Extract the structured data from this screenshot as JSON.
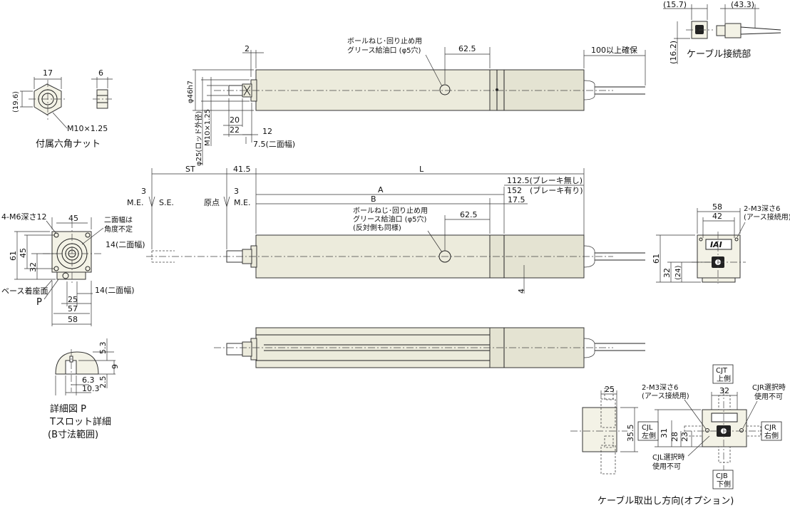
{
  "labels": {
    "nut_w": "17",
    "nut_t": "6",
    "nut_h": "(19.6)",
    "nut_thread": "M10×1.25",
    "nut_caption": "付属六角ナット",
    "top_2": "2",
    "top_grease": "ボールねじ･回り止め用",
    "top_grease2": "グリース給油口 (φ5穴)",
    "top_625": "62.5",
    "top_cable": "100以上確保",
    "top_d46": "φ46h7",
    "top_thread": "M10×1.25",
    "top_rod": "φ25(ロッド外径)",
    "top_20": "20",
    "top_22": "22",
    "top_12": "12",
    "top_75": "7.5(二面幅)",
    "cab_157": "(15.7)",
    "cab_433": "(43.3)",
    "cab_162": "(16.2)",
    "cab_caption": "ケーブル接続部",
    "st": "ST",
    "d415": "41.5",
    "L": "L",
    "d1125": "112.5(ブレーキ無し)",
    "d152": "152　(ブレーキ有り)",
    "A": "A",
    "B": "B",
    "d175": "17.5",
    "me3": "3",
    "me": "M.E.",
    "se": "S.E.",
    "genten": "原点",
    "me3b": "3",
    "me2": "M.E.",
    "mid_grease": "ボールねじ･回り止め用",
    "mid_grease2": "グリース給油口 (φ5穴)",
    "mid_grease3": "(反対側も同様)",
    "mid_625": "62.5",
    "d4": "4",
    "f_tap": "4-M6深さ12",
    "f_45": "45",
    "f_nimen": "二面幅は",
    "f_kakudo": "角度不定",
    "f_14a": "14(二面幅)",
    "f_61": "61",
    "f_45v": "45",
    "f_32": "32",
    "f_base": "ベース着座面",
    "f_P": "P",
    "f_14b": "14(二面幅)",
    "f_25": "25",
    "f_57": "57",
    "f_58": "58",
    "t_53": "5.3",
    "t_9": "9",
    "t_25": "2.5",
    "t_63": "6.3",
    "t_103": "10.3",
    "t_cap1": "詳細図 P",
    "t_cap2": "Tスロット詳細",
    "t_cap3": "(B寸法範囲)",
    "r_58": "58",
    "r_42": "42",
    "r_m3": "2-M3深さ6",
    "r_earth": "(アース接続用)",
    "r_61": "61",
    "r_32": "32",
    "r_24": "(24)",
    "r_logo": "IAI",
    "o_25": "25",
    "o_m3": "2-M3深さ6",
    "o_earth": "(アース接続用)",
    "o_cjt": "CJT",
    "o_cjt2": "上側",
    "o_32": "32",
    "o_cjr_note": "CJR選択時",
    "o_cjr_note2": "使用不可",
    "o_cjl": "CJL",
    "o_cjl2": "左側",
    "o_cjr": "CJR",
    "o_cjr2": "右側",
    "o_355": "35.5",
    "o_31": "31",
    "o_28": "28",
    "o_23": "23",
    "o_cjl_note": "CJL選択時",
    "o_cjl_note2": "使用不可",
    "o_cjb": "CJB",
    "o_cjb2": "下側",
    "o_caption": "ケーブル取出し方向(オプション)"
  }
}
